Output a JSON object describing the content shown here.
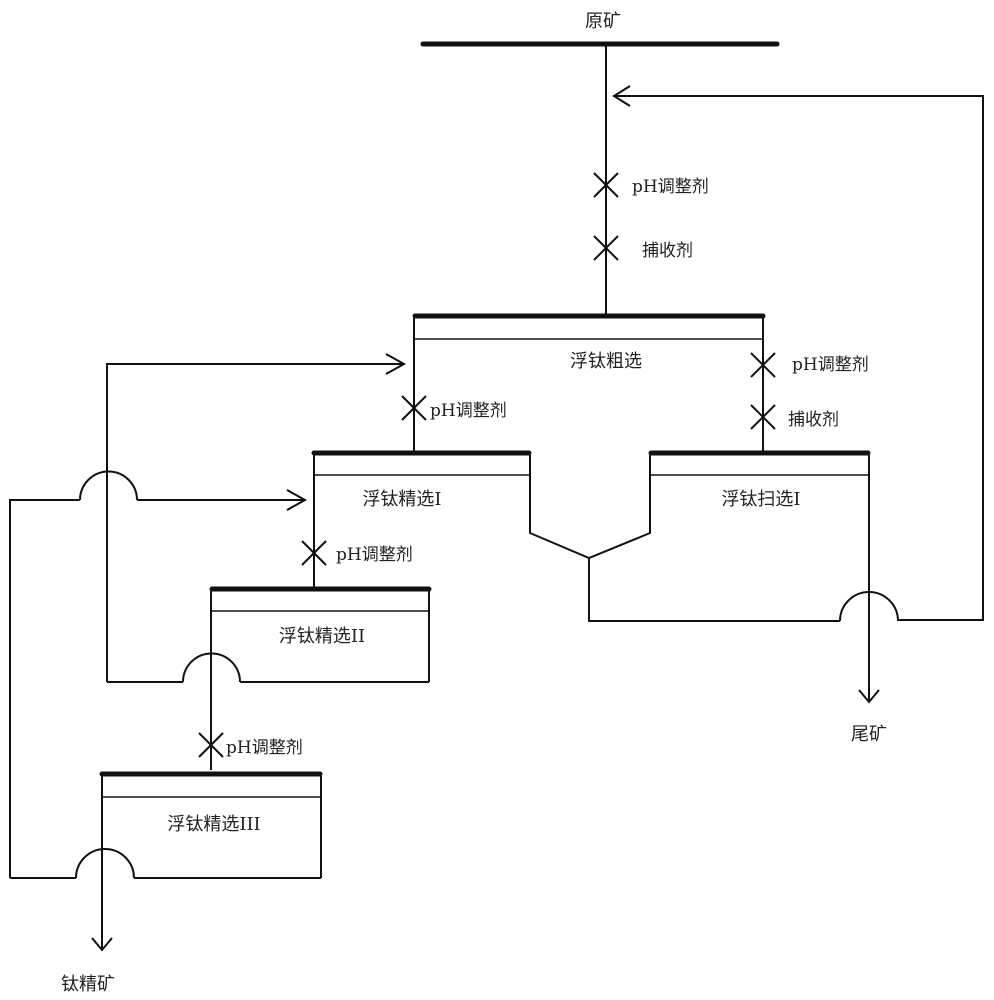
{
  "diagram": {
    "type": "flowsheet",
    "feed": {
      "label": "原矿"
    },
    "reagents": {
      "ph_regulator": "pH调整剂",
      "collector": "捕收剂"
    },
    "stages": [
      {
        "id": "rougher",
        "label": "浮钛粗选"
      },
      {
        "id": "cleaner1",
        "label": "浮钛精选I"
      },
      {
        "id": "scavenger1",
        "label": "浮钛扫选I"
      },
      {
        "id": "cleaner2",
        "label": "浮钛精选II"
      },
      {
        "id": "cleaner3",
        "label": "浮钛精选III"
      }
    ],
    "products": {
      "concentrate": "钛精矿",
      "tailings": "尾矿"
    },
    "flows": [
      {
        "from": "feed",
        "to": "rougher",
        "reagents": [
          "pH调整剂",
          "捕收剂"
        ]
      },
      {
        "from": "rougher",
        "to": "cleaner1",
        "reagents": [
          "pH调整剂"
        ]
      },
      {
        "from": "rougher",
        "to": "scavenger1",
        "reagents": [
          "pH调整剂",
          "捕收剂"
        ]
      },
      {
        "from": "cleaner1",
        "to": "cleaner2",
        "reagents": [
          "pH调整剂"
        ]
      },
      {
        "from": "cleaner2",
        "to": "cleaner3",
        "reagents": [
          "pH调整剂"
        ]
      },
      {
        "from": "cleaner1 tailings + scavenger1 concentrate",
        "to": "rougher feed",
        "type": "recycle"
      },
      {
        "from": "cleaner2 tailings",
        "to": "rougher",
        "type": "recycle"
      },
      {
        "from": "cleaner3 tailings",
        "to": "cleaner1",
        "type": "recycle"
      },
      {
        "from": "cleaner3",
        "to": "concentrate"
      },
      {
        "from": "scavenger1",
        "to": "tailings"
      }
    ]
  }
}
